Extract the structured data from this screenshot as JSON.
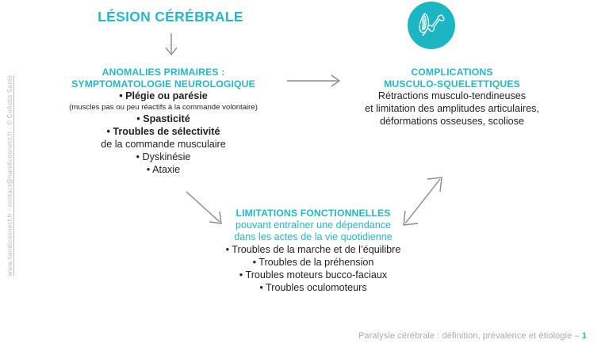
{
  "document": {
    "side_credit": "www.handiconnect.fr - contact@handiconnect.fr - © CoActis Santé",
    "footer_text": "Paralysie cérébrale : définition, prévalence et étiologie – ",
    "footer_page": "1"
  },
  "colors": {
    "teal": "#22b8ce",
    "logo_teal": "#1bb5c4",
    "arrow_gray": "#8a8a8d",
    "body_black": "#231f20",
    "footer_gray": "#a9a9ae"
  },
  "diagram": {
    "root": {
      "title": "LÉSION CÉRÉBRALE"
    },
    "logo": {
      "icon_name": "muscle-bone-icon",
      "alt": "muscle et os"
    },
    "primary": {
      "title_line1": "ANOMALIES PRIMAIRES :",
      "title_line2": "SYMPTOMATOLOGIE NEUROLOGIQUE",
      "items": [
        {
          "text": "• Plégie ou parésie",
          "style": "bold"
        },
        {
          "text": "(muscles pas ou peu réactifs à la commande volontaire)",
          "style": "small"
        },
        {
          "text": "• Spasticité",
          "style": "bold"
        },
        {
          "text": "• Troubles de sélectivité",
          "style": "bold"
        },
        {
          "text": "de la commande musculaire",
          "style": "reg"
        },
        {
          "text": "• Dyskinésie",
          "style": "reg"
        },
        {
          "text": "• Ataxie",
          "style": "reg"
        }
      ]
    },
    "complications": {
      "title_line1": "COMPLICATIONS",
      "title_line2": "MUSCULO-SQUELETTIQUES",
      "items": [
        {
          "text": "Rétractions musculo-tendineuses",
          "style": "reg"
        },
        {
          "text": "et limitation des amplitudes articulaires,",
          "style": "reg"
        },
        {
          "text": "déformations osseuses, scoliose",
          "style": "reg"
        }
      ]
    },
    "limitations": {
      "title_line1": "LIMITATIONS FONCTIONNELLES",
      "subtitle_line1": "pouvant entraîner une dépendance",
      "subtitle_line2": "dans les actes de la vie quotidienne",
      "items": [
        {
          "text": "• Troubles de la marche et de l’équilibre",
          "style": "reg"
        },
        {
          "text": "• Troubles de la préhension",
          "style": "reg"
        },
        {
          "text": "• Troubles moteurs bucco-faciaux",
          "style": "reg"
        },
        {
          "text": "• Troubles oculomoteurs",
          "style": "reg"
        }
      ]
    },
    "arrows": [
      {
        "name": "arrow-lesion-to-primary",
        "direction": "down"
      },
      {
        "name": "arrow-primary-to-complications",
        "direction": "right"
      },
      {
        "name": "arrow-primary-to-limitations",
        "direction": "diagonal-down-right"
      },
      {
        "name": "arrow-complications-limitations",
        "direction": "double-diagonal"
      }
    ]
  }
}
